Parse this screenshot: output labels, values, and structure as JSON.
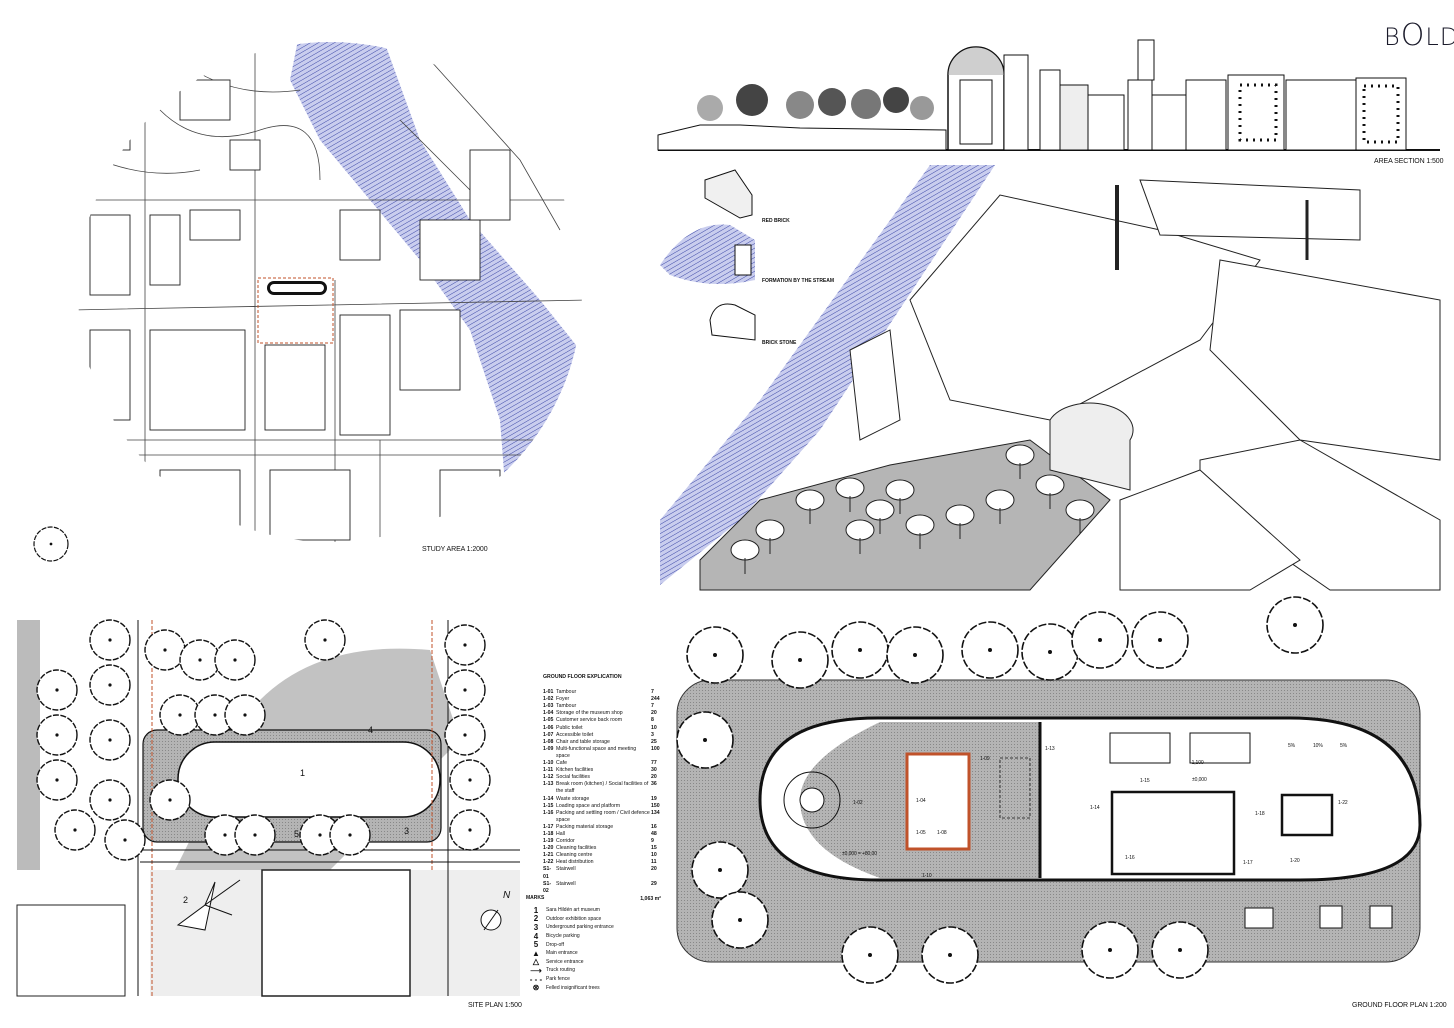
{
  "logo": {
    "pre": "B",
    "big": "O",
    "post": "LD"
  },
  "study_area": {
    "caption": "STUDY AREA  1:2000"
  },
  "area_section": {
    "caption": "AREA SECTION  1:500"
  },
  "materials": [
    "RED BRICK",
    "FORMATION BY THE STREAM",
    "BRICK STONE"
  ],
  "site_plan": {
    "caption": "SITE PLAN  1:500",
    "numbers": [
      "1",
      "2",
      "3",
      "4",
      "5"
    ],
    "north": "N"
  },
  "ground_floor_explanation": {
    "title": "GROUND FLOOR EXPLICATION",
    "rows": [
      {
        "code": "1-01",
        "name": "Tambour",
        "area": "7"
      },
      {
        "code": "1-02",
        "name": "Foyer",
        "area": "244"
      },
      {
        "code": "1-03",
        "name": "Tambour",
        "area": "7"
      },
      {
        "code": "1-04",
        "name": "Storage of the museum shop",
        "area": "20"
      },
      {
        "code": "1-05",
        "name": "Customer service back room",
        "area": "8"
      },
      {
        "code": "1-06",
        "name": "Public toilet",
        "area": "10"
      },
      {
        "code": "1-07",
        "name": "Accessible toilet",
        "area": "3"
      },
      {
        "code": "1-08",
        "name": "Chair and table storage",
        "area": "25"
      },
      {
        "code": "1-09",
        "name": "Multi-functional space and meeting space",
        "area": "100"
      },
      {
        "code": "1-10",
        "name": "Cafe",
        "area": "77"
      },
      {
        "code": "1-11",
        "name": "Kitchen facilities",
        "area": "30"
      },
      {
        "code": "1-12",
        "name": "Social facilities",
        "area": "20"
      },
      {
        "code": "1-13",
        "name": "Break room (kitchen) / Social facilities of the staff",
        "area": "36"
      },
      {
        "code": "1-14",
        "name": "Waste storage",
        "area": "19"
      },
      {
        "code": "1-15",
        "name": "Loading space and platform",
        "area": "150"
      },
      {
        "code": "1-16",
        "name": "Packing and settling room / Civil defence space",
        "area": "134"
      },
      {
        "code": "1-17",
        "name": "Packing material storage",
        "area": "16"
      },
      {
        "code": "1-18",
        "name": "Hall",
        "area": "48"
      },
      {
        "code": "1-19",
        "name": "Corridor",
        "area": "9"
      },
      {
        "code": "1-20",
        "name": "Cleaning facilities",
        "area": "15"
      },
      {
        "code": "1-21",
        "name": "Cleaning centre",
        "area": "10"
      },
      {
        "code": "1-22",
        "name": "Heat distribution",
        "area": "11"
      },
      {
        "code": "S1-01",
        "name": "Stairwell",
        "area": "20"
      },
      {
        "code": "S1-02",
        "name": "Stairwell",
        "area": "29"
      }
    ],
    "total": "1,063 m²"
  },
  "marks": {
    "title": "MARKS",
    "items": [
      {
        "symbol": "1",
        "label": "Sara Hildén art museum"
      },
      {
        "symbol": "2",
        "label": "Outdoor exhibition space"
      },
      {
        "symbol": "3",
        "label": "Underground parking entrance"
      },
      {
        "symbol": "4",
        "label": "Bicycle parking"
      },
      {
        "symbol": "5",
        "label": "Drop-off"
      },
      {
        "symbol": "▲",
        "label": "Main entrance"
      },
      {
        "symbol": "△",
        "label": "Service entrance"
      },
      {
        "symbol": "⟶",
        "label": "Truck routing"
      },
      {
        "symbol": "- - -",
        "label": "Park fence"
      },
      {
        "symbol": "⊗",
        "label": "Felled insignificant trees"
      }
    ]
  },
  "ground_floor_plan": {
    "caption": "GROUND FLOOR PLAN  1:200",
    "rooms": {
      "r102": "1-02",
      "r104": "1-04",
      "r105": "1-05",
      "r108": "1-08",
      "r109": "1-09",
      "r110": "1-10",
      "r113": "1-13",
      "r114": "1-14",
      "r115": "1-15",
      "r116": "1-16",
      "r117": "1-17",
      "r118": "1-18",
      "r120": "1-20",
      "r122": "1-22"
    },
    "levels": {
      "floor": "±0,000",
      "lower": "-1,100",
      "entry": "±0,000 = +80,00"
    },
    "slopes": [
      "5%",
      "10%",
      "5%"
    ]
  }
}
